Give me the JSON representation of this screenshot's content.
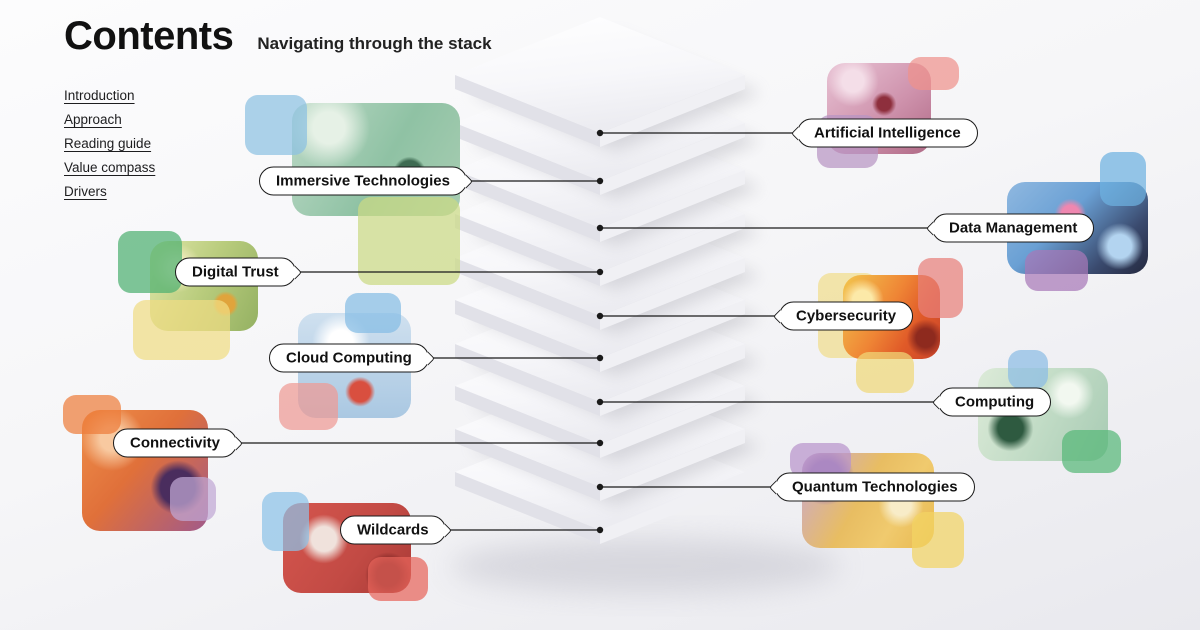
{
  "header": {
    "title": "Contents",
    "subtitle": "Navigating through the stack"
  },
  "sidebar": {
    "links": [
      {
        "label": "Introduction"
      },
      {
        "label": "Approach"
      },
      {
        "label": "Reading guide"
      },
      {
        "label": "Value compass"
      },
      {
        "label": "Drivers"
      }
    ]
  },
  "stack": {
    "layers": 10,
    "style": "isometric-white-slabs"
  },
  "topics": [
    {
      "id": "ai",
      "label": "Artificial Intelligence",
      "side": "right",
      "accent_colors": [
        "#ef918c",
        "#b794c4"
      ]
    },
    {
      "id": "immersive",
      "label": "Immersive Technologies",
      "side": "left",
      "accent_colors": [
        "#8cc0e2",
        "#cbd983"
      ]
    },
    {
      "id": "datamanagement",
      "label": "Data Management",
      "side": "right",
      "accent_colors": [
        "#6eb2e0",
        "#a878b8"
      ]
    },
    {
      "id": "digitaltrust",
      "label": "Digital Trust",
      "side": "left",
      "accent_colors": [
        "#4db070",
        "#f0dc84"
      ]
    },
    {
      "id": "cybersecurity",
      "label": "Cybersecurity",
      "side": "right",
      "accent_colors": [
        "#e87f7a",
        "#f0d878"
      ]
    },
    {
      "id": "cloudcomputing",
      "label": "Cloud Computing",
      "side": "left",
      "accent_colors": [
        "#85bce4",
        "#ef9a94"
      ]
    },
    {
      "id": "computing",
      "label": "Computing",
      "side": "right",
      "accent_colors": [
        "#8cbce4",
        "#58b878"
      ]
    },
    {
      "id": "connectivity",
      "label": "Connectivity",
      "side": "left",
      "accent_colors": [
        "#ed7d3c",
        "#c0a8d4"
      ]
    },
    {
      "id": "quantum",
      "label": "Quantum Technologies",
      "side": "right",
      "accent_colors": [
        "#b894cc",
        "#f2d464"
      ]
    },
    {
      "id": "wildcards",
      "label": "Wildcards",
      "side": "left",
      "accent_colors": [
        "#8cc2e8",
        "#e8655c"
      ]
    }
  ],
  "colors": {
    "pill_bg": "#ffffff",
    "pill_border": "#1a1a1a",
    "connector_line": "#1a1a1a",
    "background": "#f4f4f6"
  }
}
